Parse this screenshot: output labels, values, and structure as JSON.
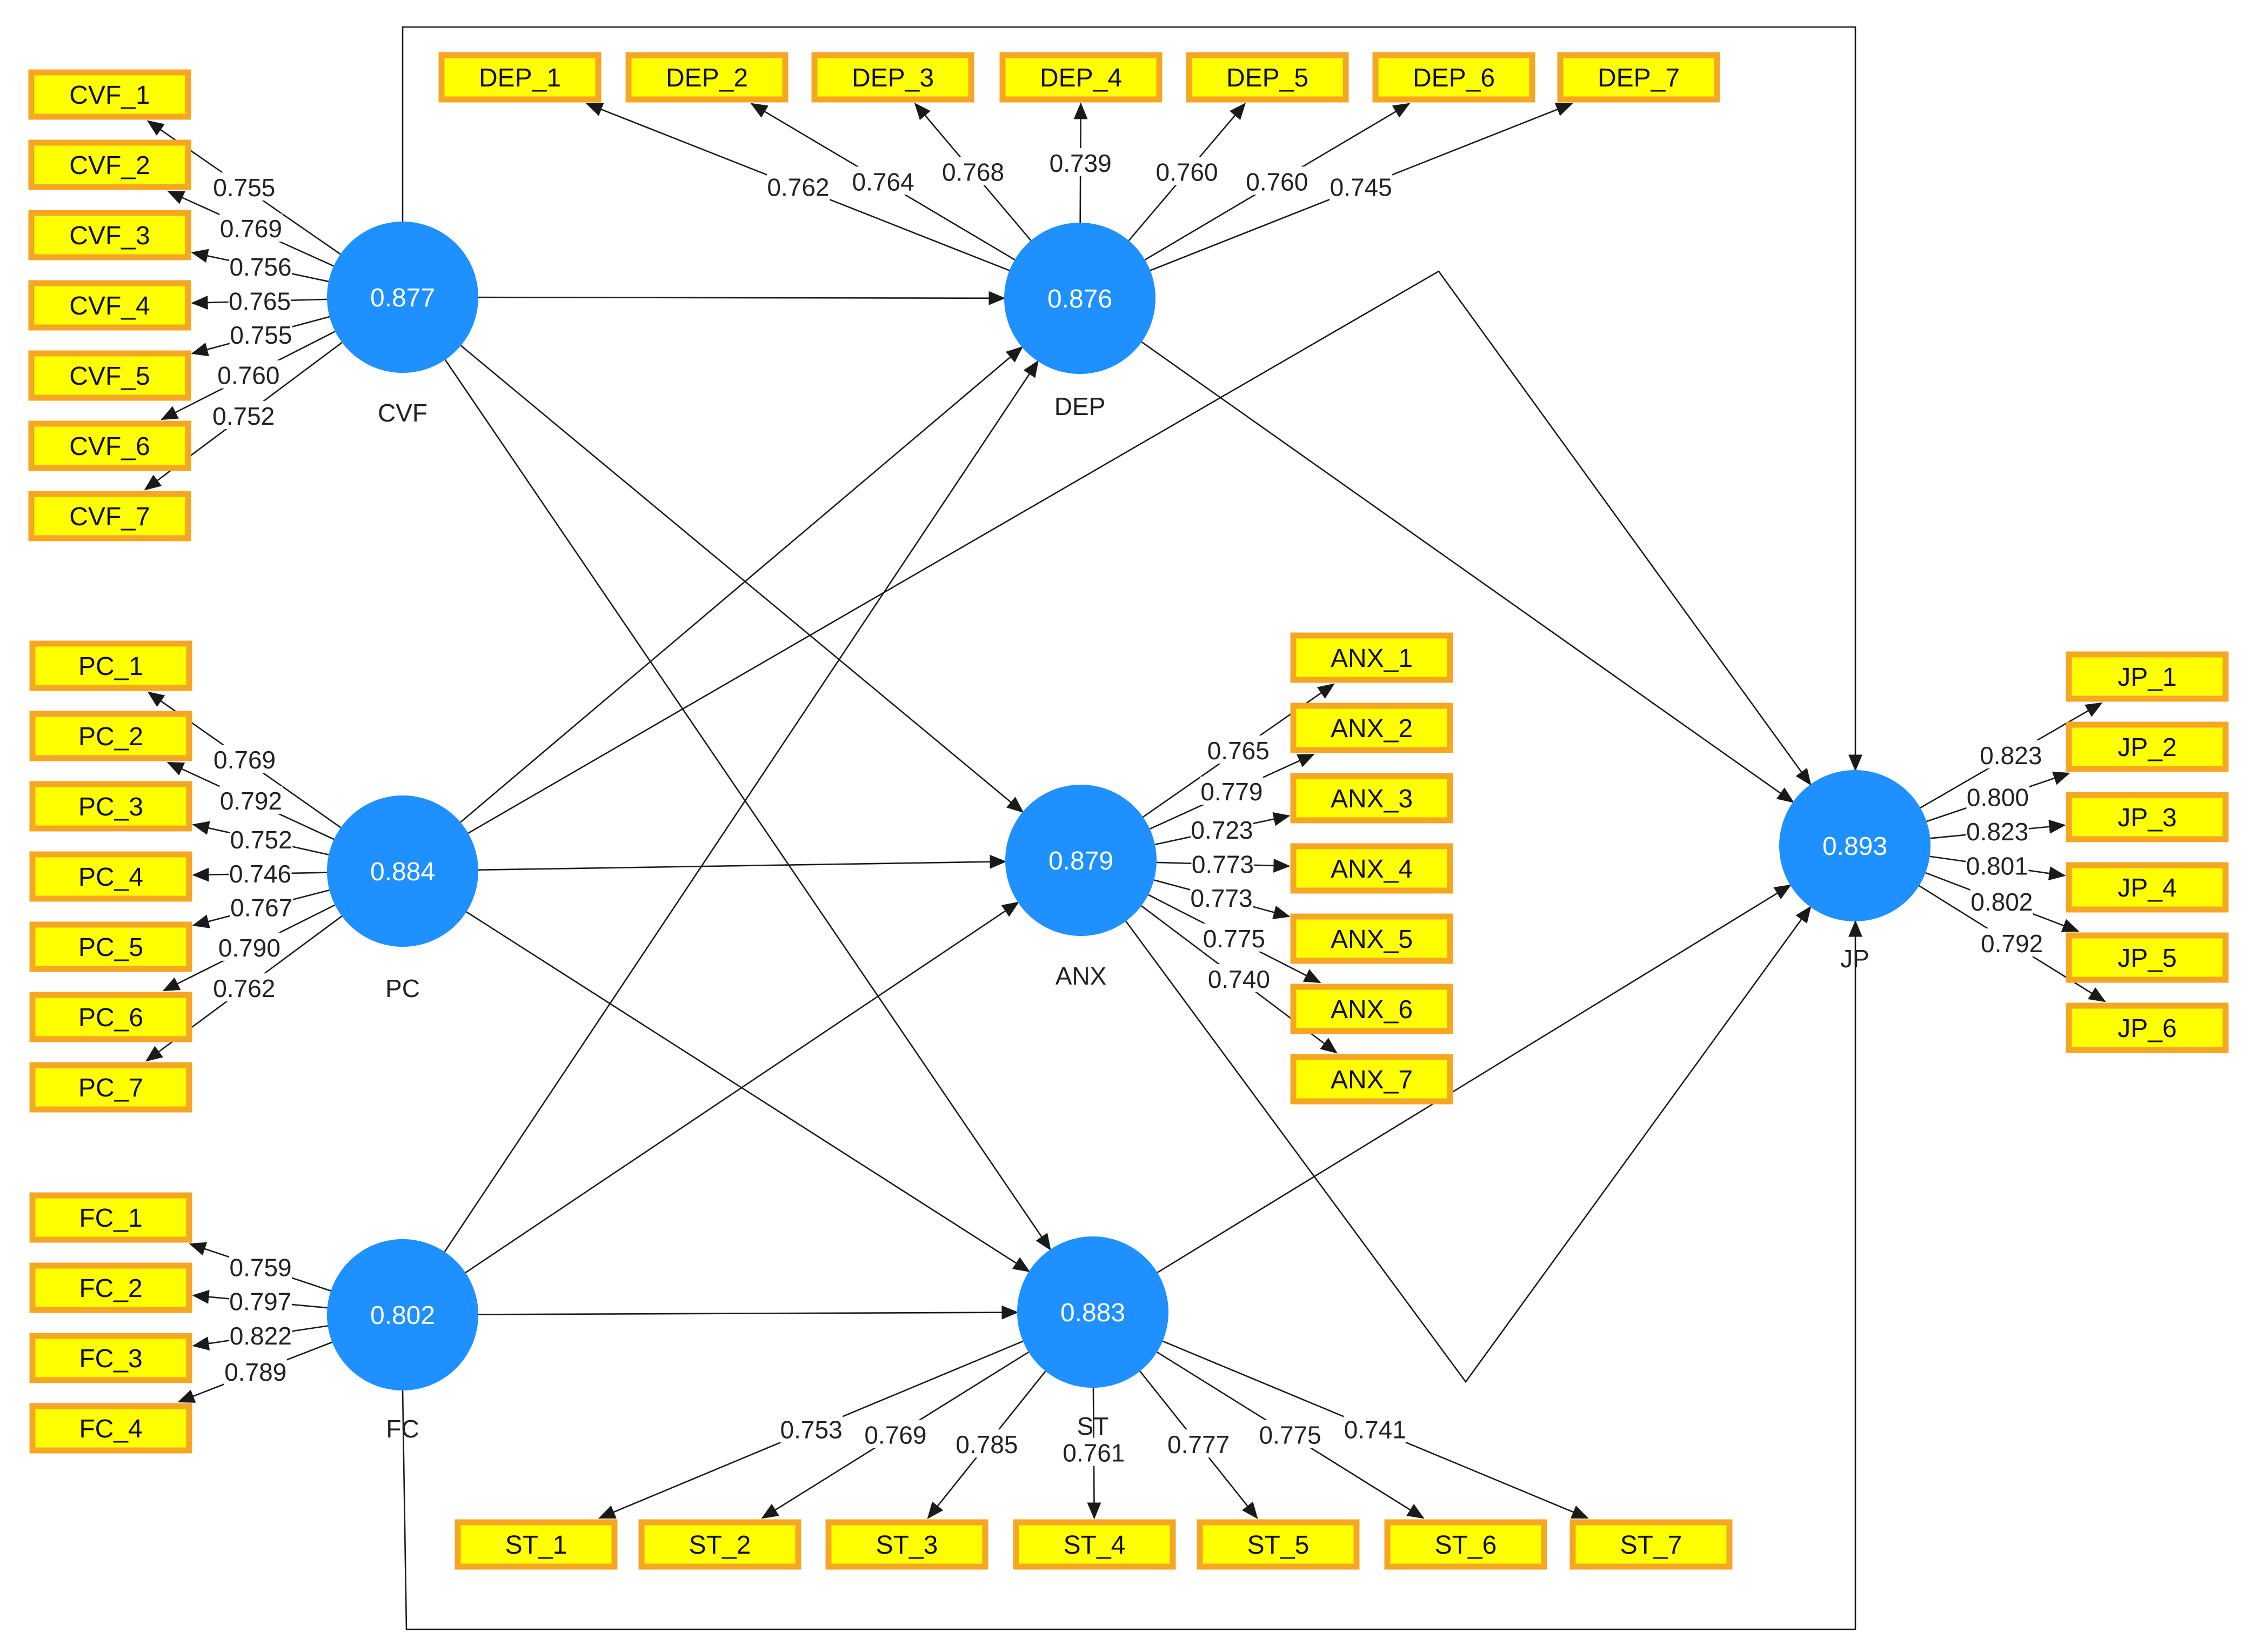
{
  "colors": {
    "latent_fill": "#1e90ff",
    "indicator_fill": "#ffff00",
    "indicator_border": "#f5a623",
    "edge": "#1a1a1a"
  },
  "latent_variables": [
    {
      "id": "CVF",
      "name": "CVF",
      "r2": "0.877"
    },
    {
      "id": "PC",
      "name": "PC",
      "r2": "0.884"
    },
    {
      "id": "FC",
      "name": "FC",
      "r2": "0.802"
    },
    {
      "id": "DEP",
      "name": "DEP",
      "r2": "0.876"
    },
    {
      "id": "ANX",
      "name": "ANX",
      "r2": "0.879"
    },
    {
      "id": "ST",
      "name": "ST",
      "r2": "0.883"
    },
    {
      "id": "JP",
      "name": "JP",
      "r2": "0.893"
    }
  ],
  "indicators": [
    {
      "id": "CVF_1",
      "latent": "CVF",
      "loading": "0.755"
    },
    {
      "id": "CVF_2",
      "latent": "CVF",
      "loading": "0.769"
    },
    {
      "id": "CVF_3",
      "latent": "CVF",
      "loading": "0.756"
    },
    {
      "id": "CVF_4",
      "latent": "CVF",
      "loading": "0.765"
    },
    {
      "id": "CVF_5",
      "latent": "CVF",
      "loading": "0.755"
    },
    {
      "id": "CVF_6",
      "latent": "CVF",
      "loading": "0.760"
    },
    {
      "id": "CVF_7",
      "latent": "CVF",
      "loading": "0.752"
    },
    {
      "id": "PC_1",
      "latent": "PC",
      "loading": "0.769"
    },
    {
      "id": "PC_2",
      "latent": "PC",
      "loading": "0.792"
    },
    {
      "id": "PC_3",
      "latent": "PC",
      "loading": "0.752"
    },
    {
      "id": "PC_4",
      "latent": "PC",
      "loading": "0.746"
    },
    {
      "id": "PC_5",
      "latent": "PC",
      "loading": "0.767"
    },
    {
      "id": "PC_6",
      "latent": "PC",
      "loading": "0.790"
    },
    {
      "id": "PC_7",
      "latent": "PC",
      "loading": "0.762"
    },
    {
      "id": "FC_1",
      "latent": "FC",
      "loading": "0.759"
    },
    {
      "id": "FC_2",
      "latent": "FC",
      "loading": "0.797"
    },
    {
      "id": "FC_3",
      "latent": "FC",
      "loading": "0.822"
    },
    {
      "id": "FC_4",
      "latent": "FC",
      "loading": "0.789"
    },
    {
      "id": "DEP_1",
      "latent": "DEP",
      "loading": "0.762"
    },
    {
      "id": "DEP_2",
      "latent": "DEP",
      "loading": "0.764"
    },
    {
      "id": "DEP_3",
      "latent": "DEP",
      "loading": "0.768"
    },
    {
      "id": "DEP_4",
      "latent": "DEP",
      "loading": "0.739"
    },
    {
      "id": "DEP_5",
      "latent": "DEP",
      "loading": "0.760"
    },
    {
      "id": "DEP_6",
      "latent": "DEP",
      "loading": "0.760"
    },
    {
      "id": "DEP_7",
      "latent": "DEP",
      "loading": "0.745"
    },
    {
      "id": "ANX_1",
      "latent": "ANX",
      "loading": "0.765"
    },
    {
      "id": "ANX_2",
      "latent": "ANX",
      "loading": "0.779"
    },
    {
      "id": "ANX_3",
      "latent": "ANX",
      "loading": "0.723"
    },
    {
      "id": "ANX_4",
      "latent": "ANX",
      "loading": "0.773"
    },
    {
      "id": "ANX_5",
      "latent": "ANX",
      "loading": "0.773"
    },
    {
      "id": "ANX_6",
      "latent": "ANX",
      "loading": "0.775"
    },
    {
      "id": "ANX_7",
      "latent": "ANX",
      "loading": "0.740"
    },
    {
      "id": "ST_1",
      "latent": "ST",
      "loading": "0.753"
    },
    {
      "id": "ST_2",
      "latent": "ST",
      "loading": "0.769"
    },
    {
      "id": "ST_3",
      "latent": "ST",
      "loading": "0.785"
    },
    {
      "id": "ST_4",
      "latent": "ST",
      "loading": "0.761"
    },
    {
      "id": "ST_5",
      "latent": "ST",
      "loading": "0.777"
    },
    {
      "id": "ST_6",
      "latent": "ST",
      "loading": "0.775"
    },
    {
      "id": "ST_7",
      "latent": "ST",
      "loading": "0.741"
    },
    {
      "id": "JP_1",
      "latent": "JP",
      "loading": "0.823"
    },
    {
      "id": "JP_2",
      "latent": "JP",
      "loading": "0.800"
    },
    {
      "id": "JP_3",
      "latent": "JP",
      "loading": "0.823"
    },
    {
      "id": "JP_4",
      "latent": "JP",
      "loading": "0.801"
    },
    {
      "id": "JP_5",
      "latent": "JP",
      "loading": "0.802"
    },
    {
      "id": "JP_6",
      "latent": "JP",
      "loading": "0.792"
    }
  ],
  "paths": [
    {
      "from": "CVF",
      "to": "DEP"
    },
    {
      "from": "CVF",
      "to": "ANX"
    },
    {
      "from": "CVF",
      "to": "ST"
    },
    {
      "from": "CVF",
      "to": "JP"
    },
    {
      "from": "PC",
      "to": "DEP"
    },
    {
      "from": "PC",
      "to": "ANX"
    },
    {
      "from": "PC",
      "to": "ST"
    },
    {
      "from": "PC",
      "to": "JP"
    },
    {
      "from": "FC",
      "to": "DEP"
    },
    {
      "from": "FC",
      "to": "ANX"
    },
    {
      "from": "FC",
      "to": "ST"
    },
    {
      "from": "FC",
      "to": "JP"
    },
    {
      "from": "DEP",
      "to": "JP"
    },
    {
      "from": "ANX",
      "to": "JP"
    },
    {
      "from": "ST",
      "to": "JP"
    }
  ]
}
